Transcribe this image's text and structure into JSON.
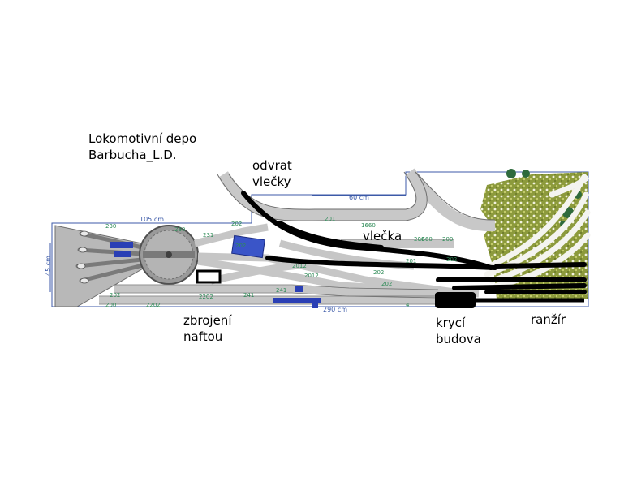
{
  "title": {
    "line1": "Lokomotivní depo",
    "line2": "Barbucha_L.D."
  },
  "labels": {
    "odvrat_line1": "odvrat",
    "odvrat_line2": "vlečky",
    "vlecka": "vlečka",
    "zbrojeni_line1": "zbrojení",
    "zbrojeni_line2": "naftou",
    "kryci_line1": "krycí",
    "kryci_line2": "budova",
    "ranzir": "ranžír"
  },
  "dimensions": {
    "turntable": "105 cm",
    "top_loop": "60 cm",
    "left_height": "45 cm",
    "bottom_mark": "290 cm"
  },
  "track_labels": [
    "230",
    "230",
    "231",
    "202",
    "202",
    "2012",
    "2012",
    "202",
    "202",
    "200",
    "201",
    "201",
    "1660",
    "1660",
    "200",
    "202",
    "202",
    "200",
    "2202",
    "2202",
    "241",
    "241",
    "4"
  ],
  "colors": {
    "track_fill": "#c8c8c8",
    "track_edge": "#6e6e6e",
    "board_outline": "#3c5aa8",
    "track_number": "#2e8b57",
    "grass": "#8c9a3c",
    "marker": "#000000",
    "blue_element": "#2a3fb5"
  }
}
